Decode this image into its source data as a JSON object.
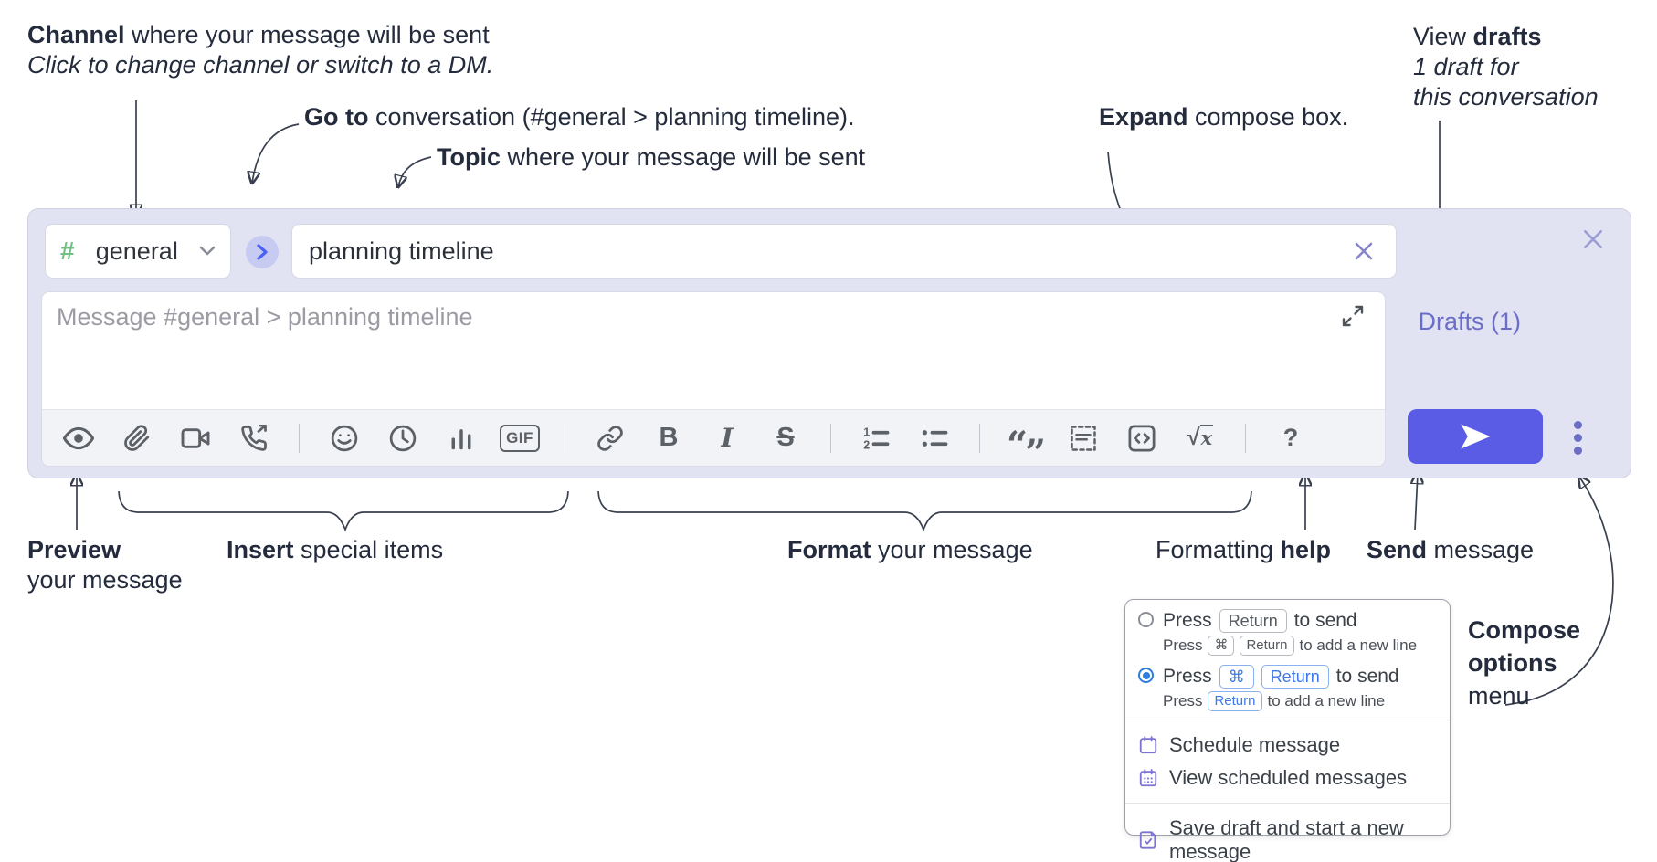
{
  "annotations": {
    "channel": {
      "bold": "Channel",
      "rest": " where your message will be sent",
      "sub": "Click to change channel or switch to a DM."
    },
    "go_to": {
      "bold": "Go to",
      "rest": " conversation (#general > planning timeline)."
    },
    "topic": {
      "bold": "Topic",
      "rest": " where your message will be sent"
    },
    "expand": {
      "bold": "Expand",
      "rest": " compose box."
    },
    "view_drafts": {
      "pre": "View ",
      "bold": "drafts",
      "sub1": "1 draft for",
      "sub2": "this conversation"
    },
    "preview": {
      "bold": "Preview",
      "rest": "your message"
    },
    "insert": {
      "bold": "Insert",
      "rest": " special items"
    },
    "format": {
      "bold": "Format",
      "rest": " your message"
    },
    "help": {
      "pre": "Formatting ",
      "bold": "help"
    },
    "send": {
      "bold": "Send",
      "rest": " message"
    },
    "compose_options": {
      "bold1": "Compose",
      "bold2": "options",
      "rest": "menu"
    }
  },
  "compose": {
    "channel": {
      "hash": "#",
      "name": "general"
    },
    "topic_value": "planning timeline",
    "message_placeholder": "Message #general > planning timeline",
    "drafts_link": "Drafts (1)",
    "toolbar": {
      "gif": "GIF",
      "bold": "B",
      "italic": "I",
      "strike": "S",
      "quote_open": "“",
      "quote_close": "”",
      "sqrt": "√",
      "math_x": "x",
      "help": "?",
      "ol1": "1",
      "ol2": "2"
    }
  },
  "options_menu": {
    "option_return": {
      "press": "Press",
      "key_return": "Return",
      "to_send": "to send",
      "sub_press": "Press",
      "sub_key_cmd": "⌘",
      "sub_key_return": "Return",
      "sub_rest": "to add a new line"
    },
    "option_cmd_return": {
      "press": "Press",
      "key_cmd": "⌘",
      "key_return": "Return",
      "to_send": "to send",
      "sub_press": "Press",
      "sub_key_return": "Return",
      "sub_rest": "to add a new line"
    },
    "schedule": "Schedule message",
    "view_scheduled": "View scheduled messages",
    "save_draft": "Save draft and start a new message"
  },
  "colors": {
    "accent_send": "#5a5ce6",
    "link_indigo": "#6b6ec9",
    "hash_green": "#72c083",
    "compose_bg": "#e2e3f2",
    "key_blue": "#3d79e9",
    "radio_blue": "#2d7ce0",
    "menu_icon_purple": "#7d74cf"
  }
}
